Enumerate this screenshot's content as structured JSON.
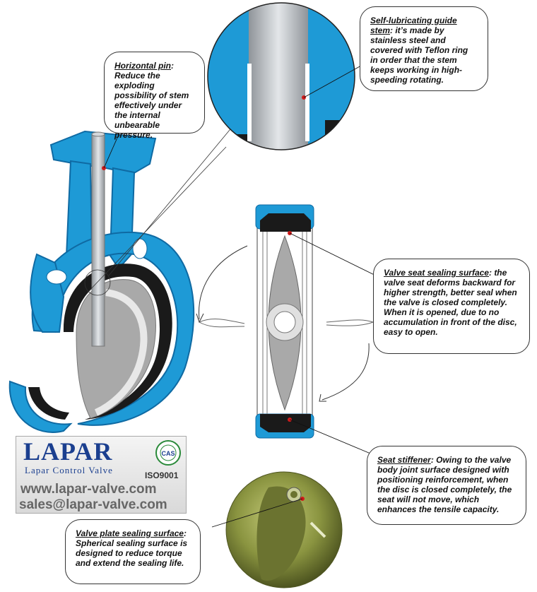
{
  "colors": {
    "valve_blue": "#1e9ad6",
    "valve_blue_dark": "#0f6aa3",
    "seat_black": "#1a1a1a",
    "stem_gray": "#b8bcc0",
    "disc_gray": "#a9a9a9",
    "sphere_olive": "#8a9440",
    "logo_blue": "#1b3f8f",
    "leader_red": "#d11a1a"
  },
  "callouts": {
    "horizontal_pin": {
      "title": "Horizontal pin",
      "body": ": Reduce the exploding possibility of stem effectively under the internal unbearable pressure."
    },
    "guide_stem": {
      "title": "Self-lubricating guide stem",
      "body": ": it’s made by stainless steel and covered with Teflon ring in order that the stem keeps working in high-speeding rotating."
    },
    "seat_sealing": {
      "title": "Valve seat sealing surface",
      "body": ": the valve seat deforms backward for higher strength, better seal when the valve is closed completely. When it is opened, due to no accumulation in front of the disc, easy to open."
    },
    "seat_stiffener": {
      "title": "Seat stiffener",
      "body": ": Owing to the valve body joint surface designed with positioning reinforcement, when the disc is closed completely, the seat will not move, which enhances the tensile capacity."
    },
    "plate_sealing": {
      "title": "Valve plate sealing surface",
      "body": ": Spherical sealing surface is designed to reduce torque and extend the sealing life."
    }
  },
  "logo": {
    "brand": "LAPAR",
    "subtitle": "Lapar Control Valve",
    "cert_mark": "CAS",
    "iso": "ISO9001",
    "website": "www.lapar-valve.com",
    "email": "sales@lapar-valve.com"
  }
}
